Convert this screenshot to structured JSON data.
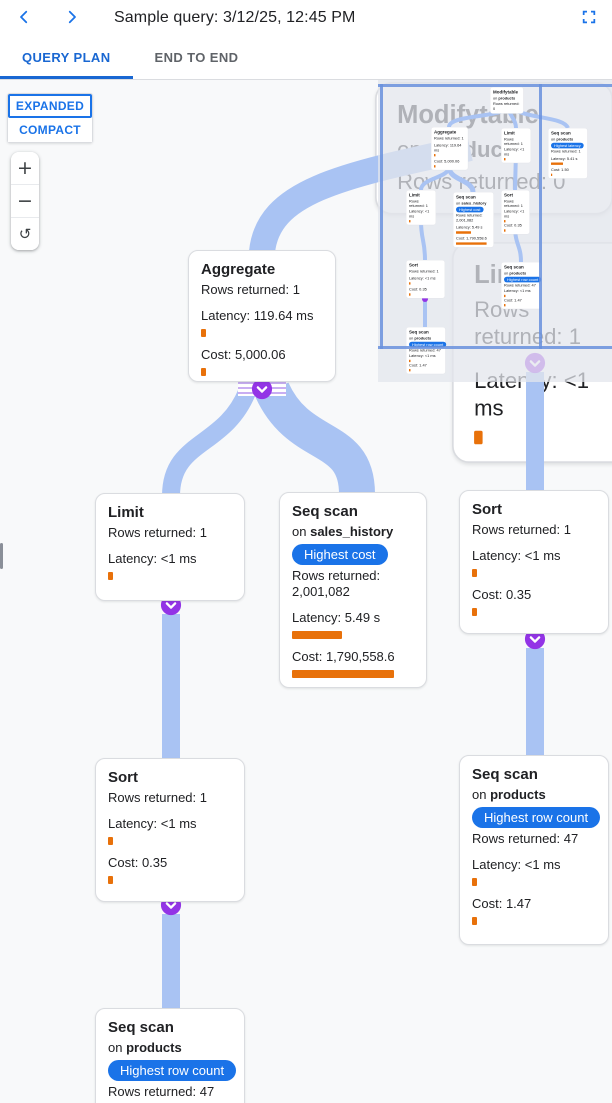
{
  "header": {
    "title": "Sample query: 3/12/25, 12:45 PM"
  },
  "tabs": [
    {
      "label": "QUERY PLAN",
      "active": true
    },
    {
      "label": "END TO END",
      "active": false
    }
  ],
  "controls": {
    "expanded": "EXPANDED",
    "compact": "COMPACT",
    "zoom_in": "+",
    "zoom_out": "−",
    "reset": "↺"
  },
  "colors": {
    "accent": "#1a73e8",
    "active_tab": "#1967d2",
    "edge_blue": "#a9c3f3",
    "bar_orange": "#e8710a",
    "collapse_purple": "#9334e6",
    "badge_bg": "#1a73e8"
  },
  "plan": {
    "modifytable": {
      "title": "Modifytable",
      "on_prefix": "on",
      "table": "products",
      "rows": "Rows returned: 0"
    },
    "aggregate": {
      "title": "Aggregate",
      "rows": "Rows returned: 1",
      "latency": "Latency: 119.64 ms",
      "cost": "Cost: 5,000.06",
      "latency_bar": 5,
      "cost_bar": 5
    },
    "limit": {
      "title": "Limit",
      "rows": "Rows returned: 1",
      "latency": "Latency: <1 ms",
      "latency_bar": 5
    },
    "seqscan_sales": {
      "title": "Seq scan",
      "on_prefix": "on",
      "table": "sales_history",
      "badge": "Highest cost",
      "rows": "Rows returned: 2,001,082",
      "latency": "Latency: 5.49 s",
      "cost": "Cost: 1,790,558.6",
      "latency_bar": 50,
      "cost_bar": 102
    },
    "sort": {
      "title": "Sort",
      "rows": "Rows returned: 1",
      "latency": "Latency: <1 ms",
      "cost": "Cost: 0.35",
      "latency_bar": 5,
      "cost_bar": 5
    },
    "seqscan_products": {
      "title": "Seq scan",
      "on_prefix": "on",
      "table": "products",
      "badge": "Highest row count",
      "rows": "Rows returned: 47",
      "latency": "Latency: <1 ms",
      "cost": "Cost: 1.47",
      "latency_bar": 5,
      "cost_bar": 5
    }
  },
  "minimap": {
    "seqscan_latency": {
      "title": "Seq scan",
      "on_prefix": "on",
      "table": "products",
      "badge": "Highest latency",
      "rows": "Rows returned: 1",
      "latency": "Latency: 5.41 s",
      "cost": "Cost: 1.50",
      "latency_bar": 40,
      "cost_bar": 4
    }
  }
}
